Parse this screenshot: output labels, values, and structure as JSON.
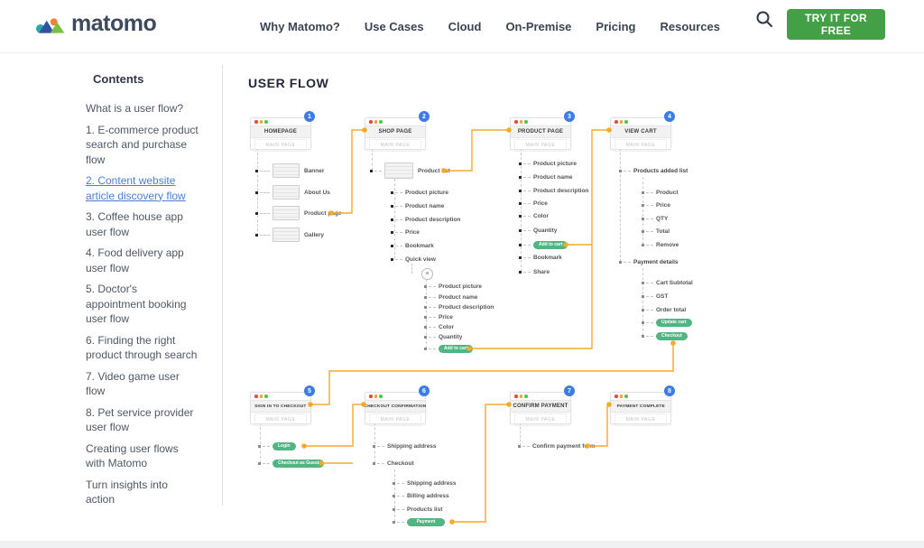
{
  "header": {
    "logo_text": "matomo",
    "nav": [
      "Why Matomo?",
      "Use Cases",
      "Cloud",
      "On-Premise",
      "Pricing",
      "Resources"
    ],
    "cta_label": "TRY IT FOR FREE"
  },
  "sidebar": {
    "title": "Contents",
    "items": [
      {
        "label": "What is a user flow?",
        "active": false
      },
      {
        "label": "1. E-commerce product search and purchase flow",
        "active": false
      },
      {
        "label": "2. Content website article discovery flow",
        "active": true
      },
      {
        "label": "3. Coffee house app user flow",
        "active": false
      },
      {
        "label": "4. Food delivery app user flow",
        "active": false
      },
      {
        "label": "5. Doctor's appointment booking user flow",
        "active": false
      },
      {
        "label": "6. Finding the right product through search",
        "active": false
      },
      {
        "label": "7. Video game user flow",
        "active": false
      },
      {
        "label": "8. Pet service provider user flow",
        "active": false
      },
      {
        "label": "Creating user flows with Matomo",
        "active": false
      },
      {
        "label": "Turn insights into action",
        "active": false
      }
    ]
  },
  "main": {
    "title": "USER FLOW"
  },
  "diagram": {
    "colors": {
      "connector": "#F7A928",
      "badge": "#3D7BE5",
      "pill": "#50B583",
      "link": "#4A7FD5",
      "cta_green": "#43A047"
    },
    "quickview_close_glyph": "×",
    "cards": [
      {
        "badge": "1",
        "title": "HOMEPAGE",
        "subtitle": "MAIN PAGE",
        "items": [
          "Banner",
          "About Us",
          "Product page",
          "Gallery"
        ]
      },
      {
        "badge": "2",
        "title": "SHOP PAGE",
        "subtitle": "MAIN PAGE",
        "product_list_label": "Product list",
        "list_items": [
          "Product picture",
          "Product name",
          "Product description",
          "Price",
          "Bookmark",
          "Quick view"
        ],
        "quickview_items": [
          "Product picture",
          "Product name",
          "Product description",
          "Price",
          "Color",
          "Quantity"
        ],
        "quickview_button": "Add to cart"
      },
      {
        "badge": "3",
        "title": "PRODUCT PAGE",
        "subtitle": "MAIN PAGE",
        "items": [
          "Product picture",
          "Product name",
          "Product description",
          "Price",
          "Color",
          "Quantity"
        ],
        "button": "Add to cart",
        "items_after": [
          "Bookmark",
          "Share"
        ]
      },
      {
        "badge": "4",
        "title": "VIEW CART",
        "subtitle": "MAIN PAGE",
        "sections": [
          {
            "label": "Products added list",
            "children": [
              "Product",
              "Price",
              "QTY",
              "Total",
              "Remove"
            ]
          },
          {
            "label": "Payment details",
            "children": [
              "Cart Subtotal",
              "GST",
              "Order total"
            ],
            "buttons": [
              "Update cart",
              "Checkout"
            ]
          }
        ]
      },
      {
        "badge": "5",
        "title": "SIGN IN TO CHECKOUT",
        "subtitle": "MAIN PAGE",
        "buttons": [
          "Login",
          "Checkout as Guest"
        ]
      },
      {
        "badge": "6",
        "title": "CHECKOUT CONFIRMATION",
        "subtitle": "MAIN PAGE",
        "items": [
          "Shipping address",
          "Checkout"
        ],
        "sub_items": [
          "Shipping address",
          "Billing address",
          "Products list"
        ],
        "button": "Payment"
      },
      {
        "badge": "7",
        "title": "CONFIRM PAYMENT",
        "subtitle": "MAIN PAGE",
        "items": [
          "Confirm payment form"
        ]
      },
      {
        "badge": "8",
        "title": "PAYMENT COMPLETE",
        "subtitle": "MAIN PAGE"
      }
    ]
  }
}
